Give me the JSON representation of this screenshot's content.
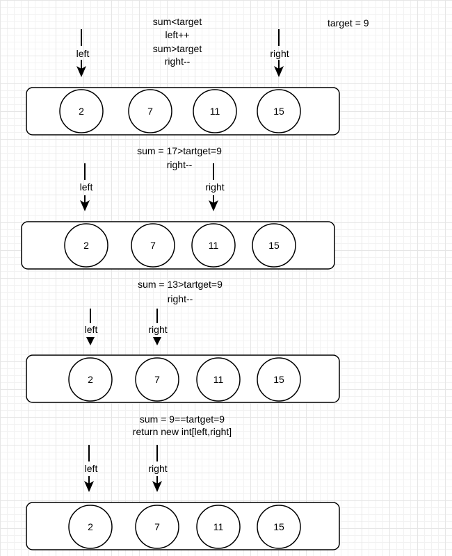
{
  "target_label": "target = 9",
  "steps": [
    {
      "notes": [
        "sum<target",
        "left++",
        "sum>target",
        "right--"
      ],
      "left_label": "left",
      "right_label": "right",
      "values": [
        "2",
        "7",
        "11",
        "15"
      ]
    },
    {
      "notes": [
        "sum = 17>tartget=9",
        "right--"
      ],
      "left_label": "left",
      "right_label": "right",
      "values": [
        "2",
        "7",
        "11",
        "15"
      ]
    },
    {
      "notes": [
        "sum = 13>tartget=9",
        "right--"
      ],
      "left_label": "left",
      "right_label": "right",
      "values": [
        "2",
        "7",
        "11",
        "15"
      ]
    },
    {
      "notes": [
        "sum = 9==tartget=9",
        "return new int[left,right]"
      ],
      "left_label": "left",
      "right_label": "right",
      "values": [
        "2",
        "7",
        "11",
        "15"
      ]
    }
  ]
}
